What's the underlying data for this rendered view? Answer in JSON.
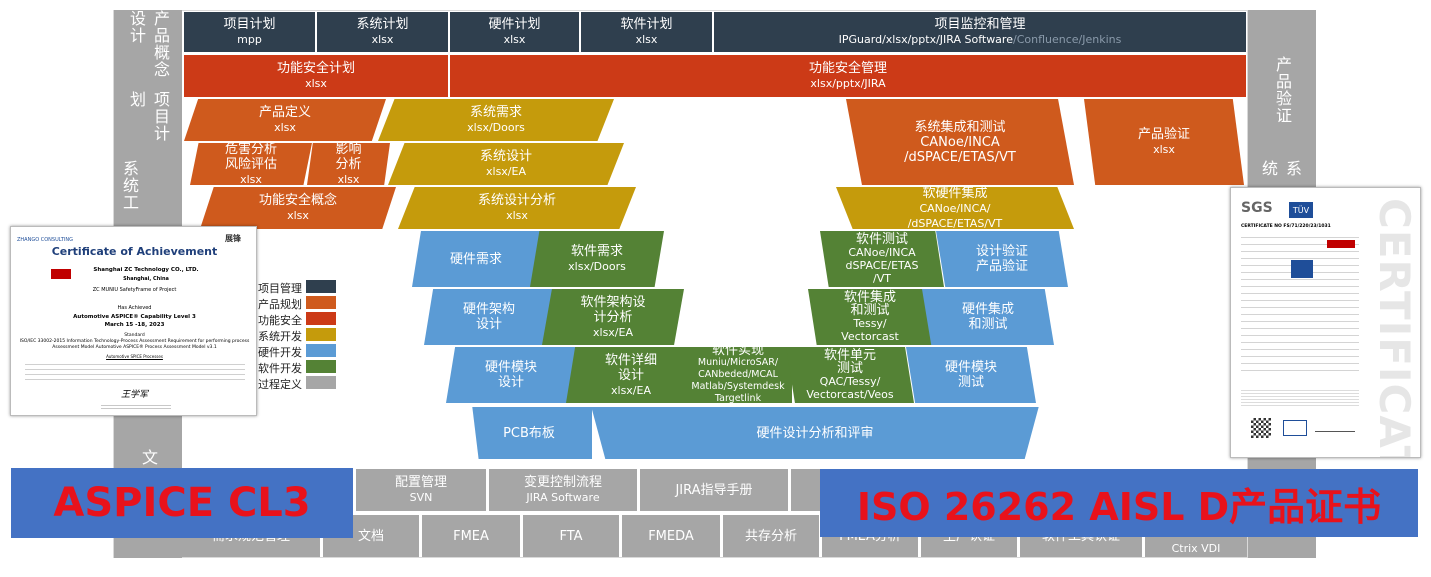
{
  "left_column": {
    "top": "产品概念设计",
    "top2": "项目计划",
    "mid": "系统工",
    "bottom": "文"
  },
  "right_column": {
    "top": "产品验证",
    "mid": "系统"
  },
  "top_row": [
    {
      "title": "项目计划",
      "sub": "mpp"
    },
    {
      "title": "系统计划",
      "sub": "xlsx"
    },
    {
      "title": "硬件计划",
      "sub": "xlsx"
    },
    {
      "title": "软件计划",
      "sub": "xlsx"
    },
    {
      "title": "项目监控和管理",
      "sub": "IPGuard/xlsx/pptx/JIRA Software",
      "sub_extra": "/Confluence/Jenkins"
    }
  ],
  "safety_row": [
    {
      "title": "功能安全计划",
      "sub": "xlsx"
    },
    {
      "title": "功能安全管理",
      "sub": "xlsx/pptx/JIRA"
    }
  ],
  "v_left": {
    "product_def": {
      "title": "产品定义",
      "sub": "xlsx"
    },
    "hazard": {
      "title": "危害分析\n风险评估",
      "sub": "xlsx"
    },
    "impact": {
      "title": "影响\n分析",
      "sub": "xlsx"
    },
    "safety_concept": {
      "title": "功能安全概念",
      "sub": "xlsx"
    },
    "sys_req": {
      "title": "系统需求",
      "sub": "xlsx/Doors"
    },
    "sys_design": {
      "title": "系统设计",
      "sub": "xlsx/EA"
    },
    "sys_design_analysis": {
      "title": "系统设计分析",
      "sub": "xlsx"
    },
    "hw_req": {
      "title": "硬件需求"
    },
    "sw_req": {
      "title": "软件需求",
      "sub": "xlsx/Doors"
    },
    "hw_arch": {
      "title": "硬件架构\n设计"
    },
    "sw_arch": {
      "title": "软件架构设\n计分析",
      "sub": "xlsx/EA"
    },
    "hw_module": {
      "title": "硬件模块\n设计"
    },
    "sw_detail": {
      "title": "软件详细\n设计",
      "sub": "xlsx/EA"
    },
    "sw_impl": {
      "title": "软件实现",
      "sub": "Muniu/MicroSAR/\nCANbeded/MCAL\nMatlab/Systemdesk\nTargetlink"
    },
    "pcb": {
      "title": "PCB布板"
    },
    "hw_design_analysis": {
      "title": "硬件设计分析和评审"
    }
  },
  "v_right": {
    "sys_integ": {
      "title": "系统集成和测试",
      "sub": "CANoe/INCA\n/dSPACE/ETAS/VT"
    },
    "product_verify": {
      "title": "产品验证",
      "sub": "xlsx"
    },
    "hw_sw_integ": {
      "title": "软硬件集成",
      "sub": "CANoe/INCA/\n/dSPACE/ETAS/VT"
    },
    "sw_test": {
      "title": "软件测试",
      "sub": "CANoe/INCA\ndSPACE/ETAS\n/VT"
    },
    "design_verify": {
      "title": "设计验证\n产品验证"
    },
    "sw_integ": {
      "title": "软件集成\n和测试",
      "sub": "Tessy/\nVectorcast"
    },
    "hw_integ": {
      "title": "硬件集成\n和测试"
    },
    "sw_unit": {
      "title": "软件单元\n测试",
      "sub": "QAC/Tessy/\nVectorcast/Veos"
    },
    "hw_module_test": {
      "title": "硬件模块\n测试"
    }
  },
  "legend": [
    {
      "label": "项目管理",
      "color": "#2f3f4e"
    },
    {
      "label": "产品规划",
      "color": "#cf5a1d"
    },
    {
      "label": "功能安全",
      "color": "#cc3a17"
    },
    {
      "label": "系统开发",
      "color": "#c59b0c"
    },
    {
      "label": "硬件开发",
      "color": "#5b9bd5"
    },
    {
      "label": "软件开发",
      "color": "#548235"
    },
    {
      "label": "过程定义",
      "color": "#a6a6a6"
    }
  ],
  "bottom_row1": [
    {
      "title": "配置管理",
      "sub": "SVN"
    },
    {
      "title": "变更控制流程",
      "sub": "JIRA Software"
    },
    {
      "title": "JIRA指导手册",
      "sub": ""
    }
  ],
  "bottom_row2": [
    "需求规范管理",
    "文档",
    "FMEA",
    "FTA",
    "FMEDA",
    "共存分析",
    "FMEA分析",
    "生产认证",
    "软件工具认证",
    "Ctrix VDI"
  ],
  "cert_left": {
    "brand": "ZHANGO CONSULTING",
    "title": "Certificate of Achievement",
    "company": "Shanghai ZC Technology CO.,  LTD.",
    "city": "Shanghai,  China",
    "project": "ZC MUNIU SafetyFrame of Project",
    "has": "Has Achieved",
    "level": "Automotive ASPICE® Capability Level 3",
    "date": "March 15 -18,  2023",
    "standard_label": "Standard",
    "standard": "ISO/IEC 33002-2015 Information Technology-Process Assessment Requirement for performing process Assessment Model Automotive ASPICE® Process Assessment Model v3.1",
    "processes_label": "Automotive SPICE Processes",
    "signature": "王学军"
  },
  "cert_right": {
    "sgs": "SGS",
    "tuv": "TÜV",
    "number": "CERTIFICATE NO FS/71/220/23/1031",
    "watermark": "CERTIFICATE"
  },
  "banners": {
    "left": "ASPICE CL3",
    "right": "ISO 26262 AISL D产品证书"
  }
}
